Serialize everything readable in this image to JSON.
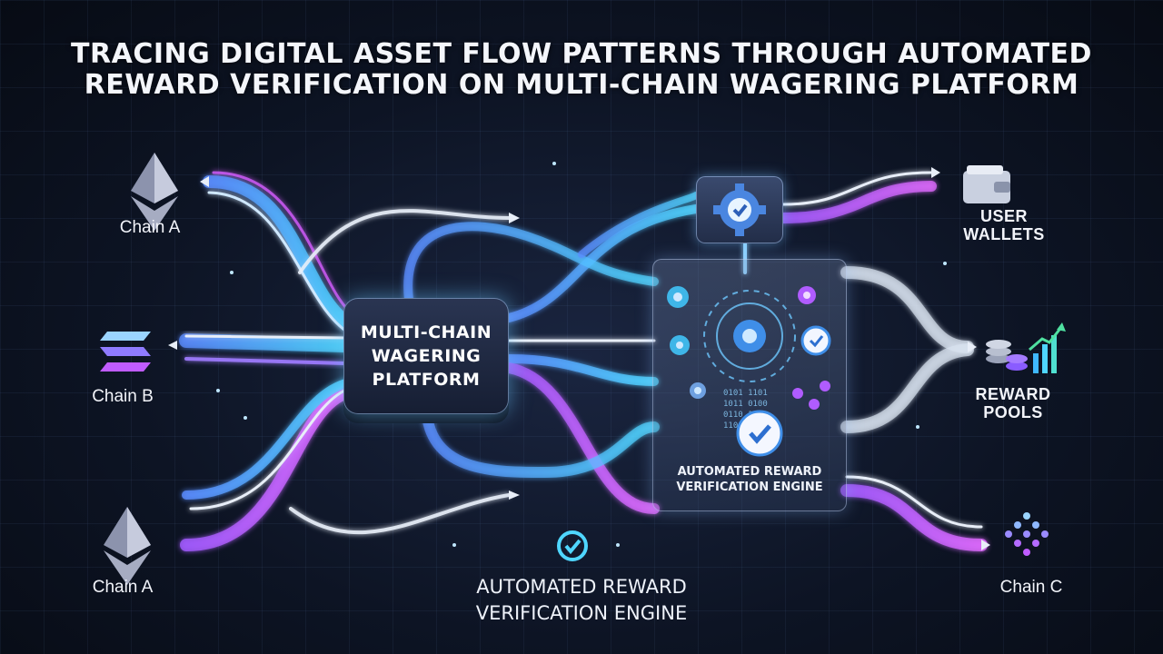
{
  "title": {
    "line1": "TRACING DIGITAL ASSET FLOW PATTERNS THROUGH AUTOMATED",
    "line2": "REWARD VERIFICATION ON MULTI-CHAIN WAGERING PLATFORM"
  },
  "sources": {
    "chain_a_top": "Chain A",
    "chain_b": "Chain B",
    "chain_a_bottom": "Chain A"
  },
  "hub": {
    "line1": "MULTI-CHAIN",
    "line2": "WAGERING",
    "line3": "PLATFORM"
  },
  "engine_panel": {
    "line1": "AUTOMATED REWARD",
    "line2": "VERIFICATION ENGINE"
  },
  "destinations": {
    "wallets_line1": "USER",
    "wallets_line2": "WALLETS",
    "pools_line1": "REWARD",
    "pools_line2": "POOLS",
    "chain_c": "Chain C"
  },
  "bottom_label": {
    "line1": "AUTOMATED REWARD",
    "line2": "VERIFICATION ENGINE"
  },
  "icons": [
    "ethereum-icon",
    "solana-icon",
    "ethereum-icon",
    "gear-check-icon",
    "wallet-icon",
    "coins-growth-icon",
    "dot-network-icon",
    "check-circle-icon"
  ],
  "colors": {
    "cyan": "#4fd6ff",
    "blue": "#5a8cff",
    "magenta": "#d45cff",
    "white": "#e8eef8",
    "background": "#0d1424"
  }
}
